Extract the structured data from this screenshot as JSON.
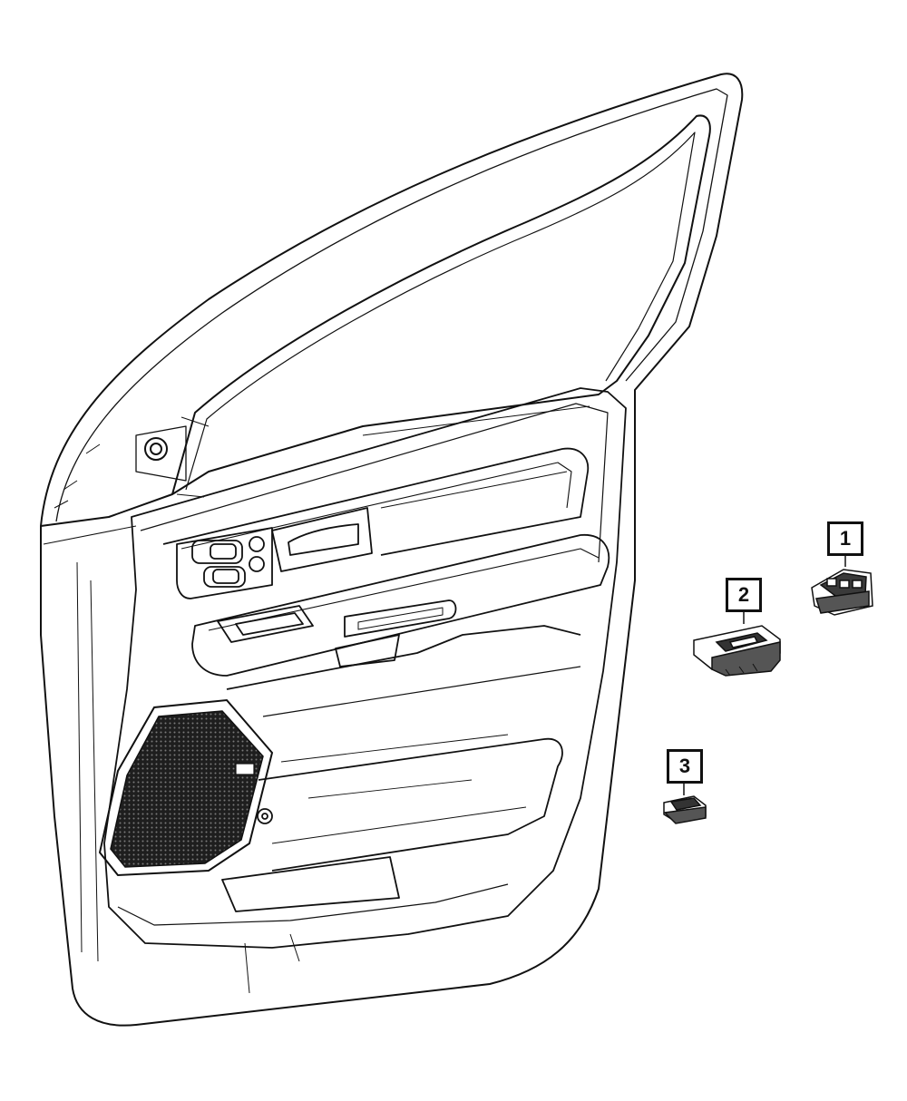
{
  "callouts": [
    {
      "id": "callout-1",
      "label": "1"
    },
    {
      "id": "callout-2",
      "label": "2"
    },
    {
      "id": "callout-3",
      "label": "3"
    }
  ],
  "colors": {
    "ink": "#111111",
    "paper": "#ffffff",
    "speaker_fill": "#2a2a2a"
  }
}
